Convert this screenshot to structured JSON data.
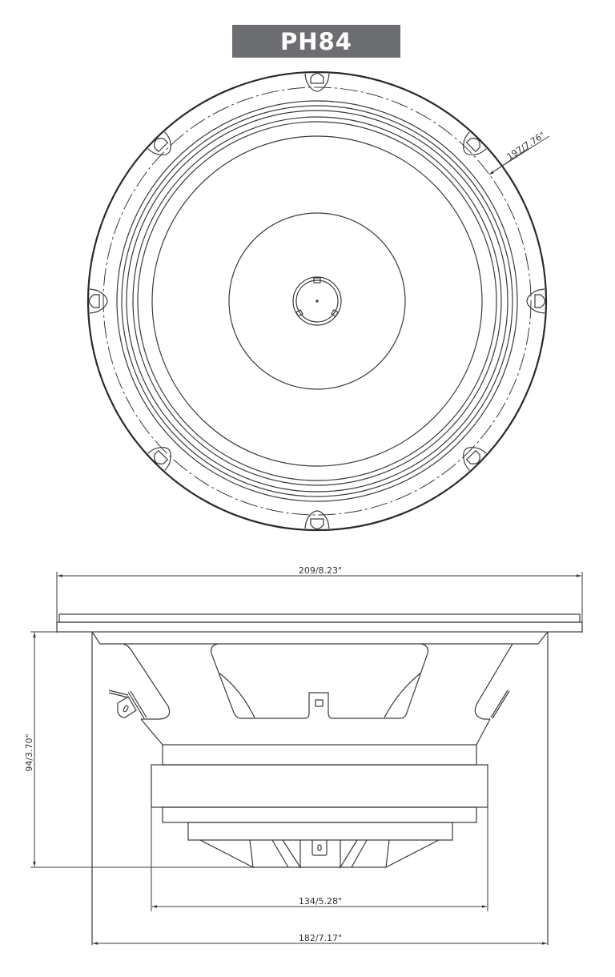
{
  "title": "PH84",
  "colors": {
    "badge_background": "#6d6e71",
    "badge_text": "#ffffff",
    "line": "#3a3a3a",
    "background": "#ffffff"
  },
  "front_view": {
    "label": "Front view of speaker",
    "dimension_bolt_circle": "197/7.76\""
  },
  "side_view": {
    "label": "Side profile of speaker",
    "dimension_overall_diameter": "209/8.23\"",
    "dimension_mounting_depth": "94/3.70\"",
    "dimension_magnet_diameter": "134/5.28\"",
    "dimension_cutout_diameter": "182/7.17\""
  }
}
